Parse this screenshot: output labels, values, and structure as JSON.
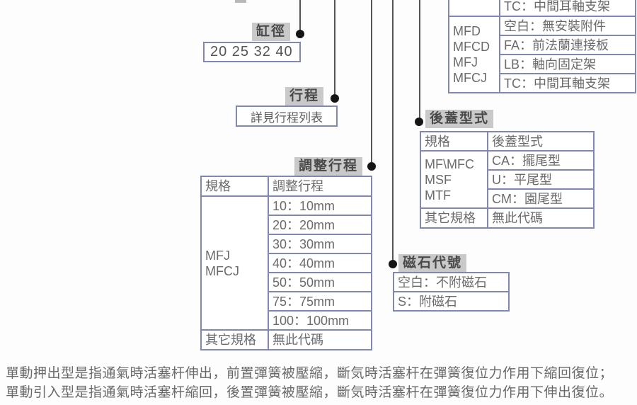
{
  "theme": {
    "border": "#8087b2",
    "label_bg": "#c9c9c9",
    "label_text": "#4a4a4a",
    "table_text": "#6b6b6b",
    "line": "#555555",
    "dot": "#151515",
    "note_text": "#696969",
    "bg": "#fdfdfd"
  },
  "bore": {
    "label": "缸徑",
    "value": "20 25 32 40"
  },
  "stroke": {
    "label": "行程",
    "value": "詳見行程列表"
  },
  "adjust": {
    "label": "調整行程",
    "headers": [
      "規格",
      "調整行程"
    ],
    "spec": [
      "MFJ",
      "MFCJ"
    ],
    "rows": [
      "10：10mm",
      "20：20mm",
      "30：30mm",
      "40：40mm",
      "50：50mm",
      "75：75mm",
      "100：100mm"
    ],
    "footer": [
      "其它規格",
      "無此代碼"
    ]
  },
  "mount": {
    "top_option": "TC：中間耳軸支架",
    "spec": [
      "MFD",
      "MFCD",
      "MFJ",
      "MFCJ"
    ],
    "options": [
      "空白：無安裝附件",
      "FA：前法蘭連接板",
      "LB：軸向固定架",
      "TC：中間耳軸支架"
    ]
  },
  "rear_cover": {
    "label": "後蓋型式",
    "headers": [
      "規格",
      "後蓋型式"
    ],
    "spec": [
      "MF\\MFC",
      "MSF",
      "MTF"
    ],
    "options": [
      "CA：擺尾型",
      "U：平尾型",
      "CM：園尾型"
    ],
    "footer": [
      "其它規格",
      "無此代碼"
    ]
  },
  "magnet": {
    "label": "磁石代號",
    "options": [
      "空白：不附磁石",
      "S：附磁石"
    ]
  },
  "notes": [
    "單動押出型是指通氣時活塞杆伸出，前置彈簧被壓縮，斷気時活塞杆在彈簧復位力作用下縮回復位；",
    "單動引入型是指通氣時活塞杆縮回，後置彈簧被壓縮，斷気時活塞杆在彈簧復位力作用下伸出復位。"
  ]
}
